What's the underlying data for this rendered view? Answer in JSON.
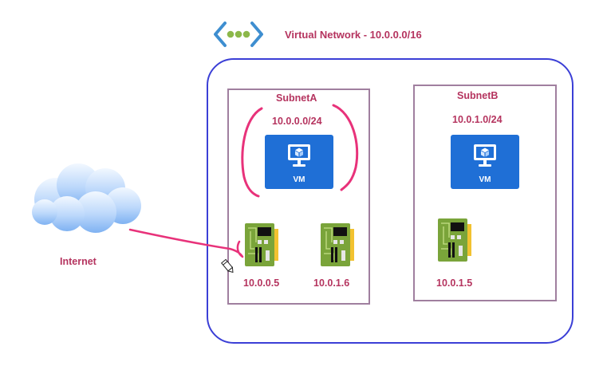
{
  "diagram": {
    "vnet_label": "Virtual Network - 10.0.0.0/16",
    "internet_label": "Internet",
    "subnets": [
      {
        "name": "SubnetA",
        "cidr": "10.0.0.0/24"
      },
      {
        "name": "SubnetB",
        "cidr": "10.0.1.0/24"
      }
    ],
    "vms": [
      {
        "label": "VM"
      },
      {
        "label": "VM"
      }
    ],
    "nics": [
      {
        "ip": "10.0.0.5"
      },
      {
        "ip": "10.0.1.6"
      },
      {
        "ip": "10.0.1.5"
      }
    ]
  },
  "colors": {
    "vnet_border": "#3b3fd6",
    "subnet_border": "#a07f9f",
    "label_text": "#b5345f",
    "vm_fill": "#1f6fd6",
    "nic_board": "#7aa43a",
    "annotation_ink": "#e8327a"
  },
  "icons": [
    "vnet-icon",
    "cloud-icon",
    "vm-monitor-icon",
    "nic-icon",
    "pencil-cursor-icon"
  ]
}
